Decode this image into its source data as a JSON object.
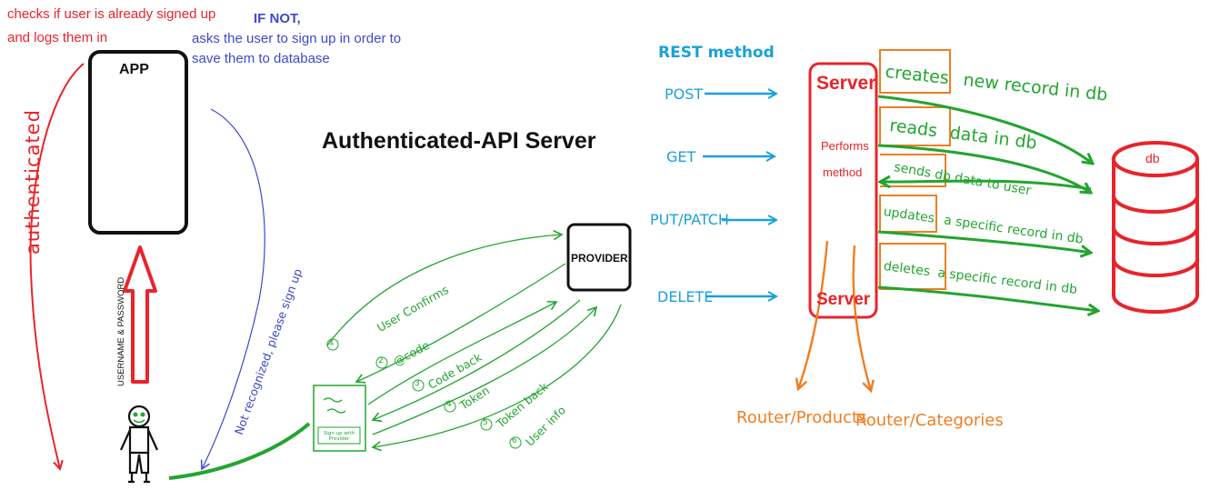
{
  "notes": {
    "signed_up_line1": "checks if user is already signed up",
    "signed_up_line2": "and logs them in",
    "if_not": "IF NOT,",
    "sign_up_line1": "asks the user to sign up in order to",
    "sign_up_line2": "save them to database"
  },
  "app": {
    "label": "APP"
  },
  "title": "Authenticated-API Server",
  "left_flow": {
    "authenticated": "authenticated",
    "username_password": "USERNAME & PASSWORD",
    "not_recognized": "Not recognized, please sign up"
  },
  "provider": {
    "label": "PROVIDER",
    "signup_card": "Sign up with Provider",
    "steps": [
      "User Confirms",
      "@code",
      "Code back",
      "Token",
      "Token back",
      "User info"
    ],
    "step_numbers": [
      "1",
      "2",
      "3",
      "4",
      "5",
      "6"
    ]
  },
  "rest": {
    "heading": "REST method",
    "methods": [
      "POST",
      "GET",
      "PUT/PATCH",
      "DELETE"
    ]
  },
  "server": {
    "label": "Server",
    "subtitle_line1": "Performs",
    "subtitle_line2": "method",
    "bottom_label": "Server"
  },
  "db_actions": [
    {
      "verb": "creates",
      "rest": "new record in db"
    },
    {
      "verb": "reads",
      "rest": "data in db"
    },
    {
      "verb": "sends db data to user",
      "rest": ""
    },
    {
      "verb": "updates",
      "rest": "a specific record in db"
    },
    {
      "verb": "deletes",
      "rest": "a specific record in db"
    }
  ],
  "db": {
    "label": "db"
  },
  "routers": [
    "Router/Products",
    "Router/Categories"
  ],
  "colors": {
    "red": "#e8242b",
    "blue": "#3f48cc",
    "rest_blue": "#1aa0dc",
    "green": "#22a52f",
    "orange": "#f07d22",
    "black": "#111111"
  }
}
